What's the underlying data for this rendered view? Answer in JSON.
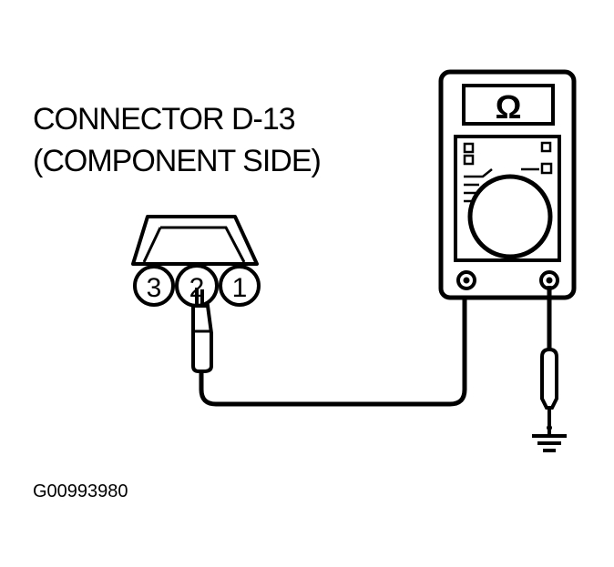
{
  "caption": {
    "line1": "CONNECTOR D-13",
    "line2": "(COMPONENT SIDE)"
  },
  "connector": {
    "pins": [
      "3",
      "2",
      "1"
    ]
  },
  "meter": {
    "display_symbol": "Ω",
    "icon": "multimeter-icon"
  },
  "ground": {
    "icon": "ground-symbol-icon"
  },
  "figure_id": "G00993980",
  "colors": {
    "ink": "#000000",
    "background": "#ffffff"
  }
}
